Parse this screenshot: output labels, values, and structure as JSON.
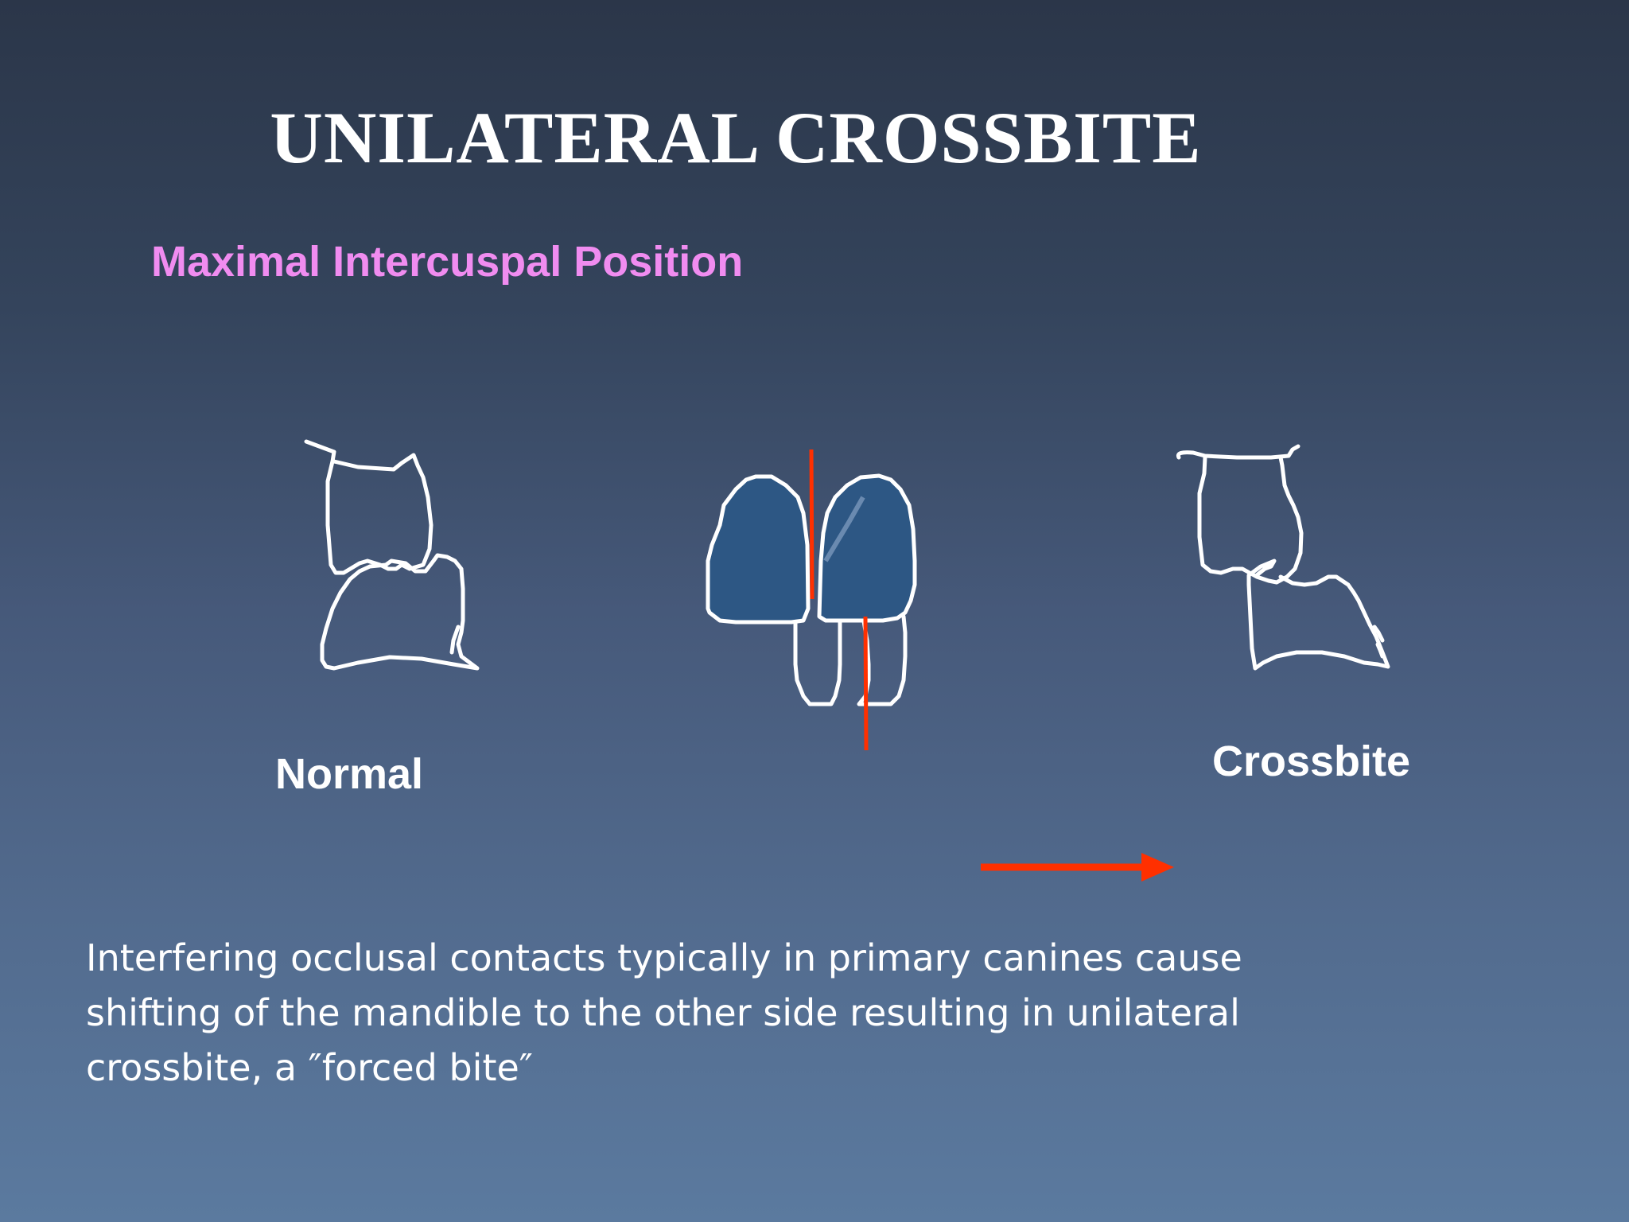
{
  "slide": {
    "title": "UNILATERAL CROSSBITE",
    "subtitle": "Maximal Intercuspal Position",
    "labels": {
      "normal": "Normal",
      "crossbite": "Crossbite"
    },
    "description": "Interfering occlusal contacts typically in primary canines cause shifting of the mandible to the other side resulting in unilateral crossbite, a ″forced bite″"
  },
  "colors": {
    "title": "#ffffff",
    "subtitle": "#f08cf0",
    "arrow": "#ff3000",
    "tooth_fill": "#2d5784"
  },
  "icons": [
    "normal-occlusion-drawing",
    "canine-interference-drawing",
    "crossbite-occlusion-drawing",
    "right-arrow-icon"
  ]
}
